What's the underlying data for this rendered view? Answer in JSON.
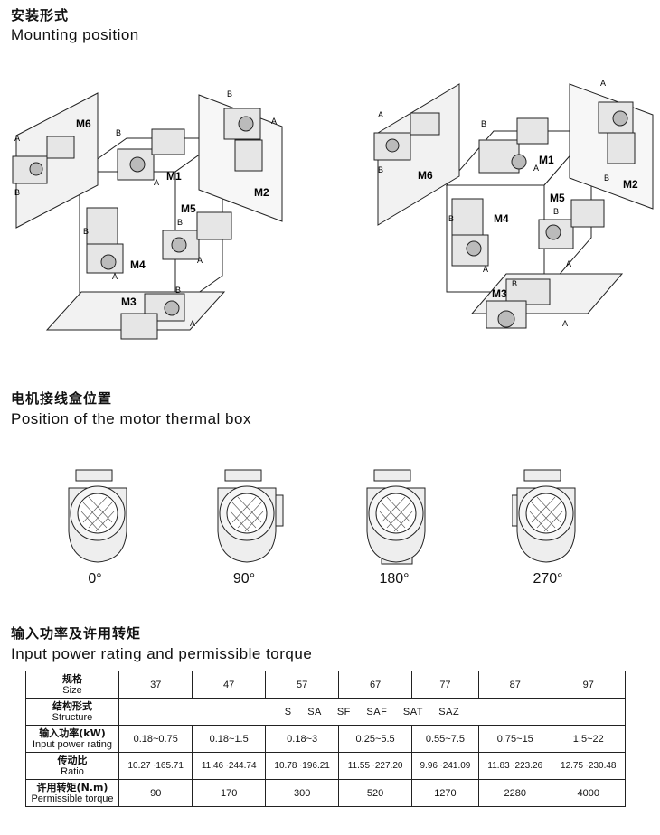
{
  "sections": {
    "mounting": {
      "title_cn": "安装形式",
      "title_en": "Mounting position"
    },
    "thermal": {
      "title_cn": "电机接线盒位置",
      "title_en": "Position of the motor thermal box"
    },
    "power": {
      "title_cn": "输入功率及许用转矩",
      "title_en": "Input power rating and permissible torque"
    }
  },
  "mounting_labels": {
    "positions": [
      "M1",
      "M2",
      "M3",
      "M4",
      "M5",
      "M6"
    ],
    "side_a": "A",
    "side_b": "B"
  },
  "thermal_angles": [
    "0°",
    "90°",
    "180°",
    "270°"
  ],
  "table": {
    "rows": [
      {
        "label_cn": "规格",
        "label_en": "Size",
        "values": [
          "37",
          "47",
          "57",
          "67",
          "77",
          "87",
          "97"
        ]
      },
      {
        "label_cn": "结构形式",
        "label_en": "Structure",
        "merged": "S SA SF SAF SAT SAZ"
      },
      {
        "label_cn": "输入功率(kW)",
        "label_en": "Input power rating",
        "values": [
          "0.18~0.75",
          "0.18~1.5",
          "0.18~3",
          "0.25~5.5",
          "0.55~7.5",
          "0.75~15",
          "1.5~22"
        ]
      },
      {
        "label_cn": "传动比",
        "label_en": "Ratio",
        "values": [
          "10.27~165.71",
          "11.46~244.74",
          "10.78~196.21",
          "11.55~227.20",
          "9.96~241.09",
          "11.83~223.26",
          "12.75~230.48"
        ]
      },
      {
        "label_cn": "许用转矩(N.m)",
        "label_en": "Permissible torque",
        "values": [
          "90",
          "170",
          "300",
          "520",
          "1270",
          "2280",
          "4000"
        ]
      }
    ]
  }
}
